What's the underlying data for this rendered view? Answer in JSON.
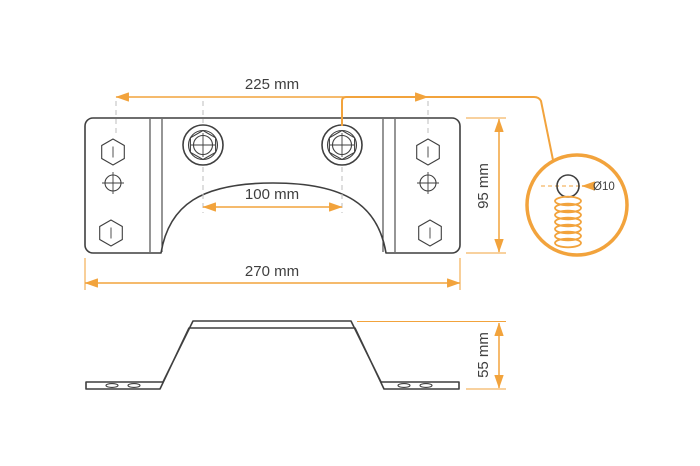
{
  "colors": {
    "accent": "#F2A33C",
    "ink": "#3F3F3F",
    "dash": "#C2C2C2",
    "bg": "#FFFFFF"
  },
  "dimensions": {
    "top_span": "225 mm",
    "hole_span": "100 mm",
    "total_width": "270 mm",
    "front_height": "95 mm",
    "side_height": "55 mm",
    "bolt_diameter": "Ø10"
  }
}
